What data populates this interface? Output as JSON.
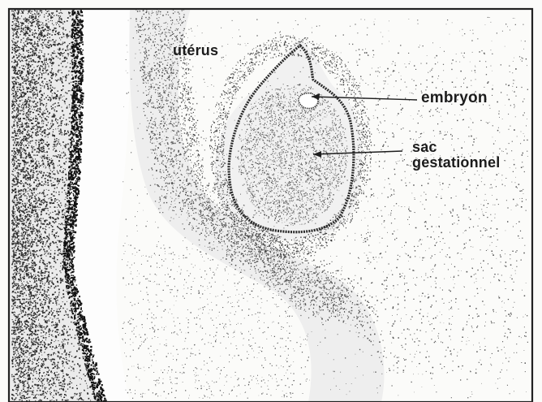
{
  "labels": {
    "uterus": "utérus",
    "embryon": "embryon",
    "sac_line1": "sac",
    "sac_line2": "gestationnel"
  },
  "colors": {
    "ink": "#1c1c1c",
    "paper": "#fbfbf9"
  }
}
